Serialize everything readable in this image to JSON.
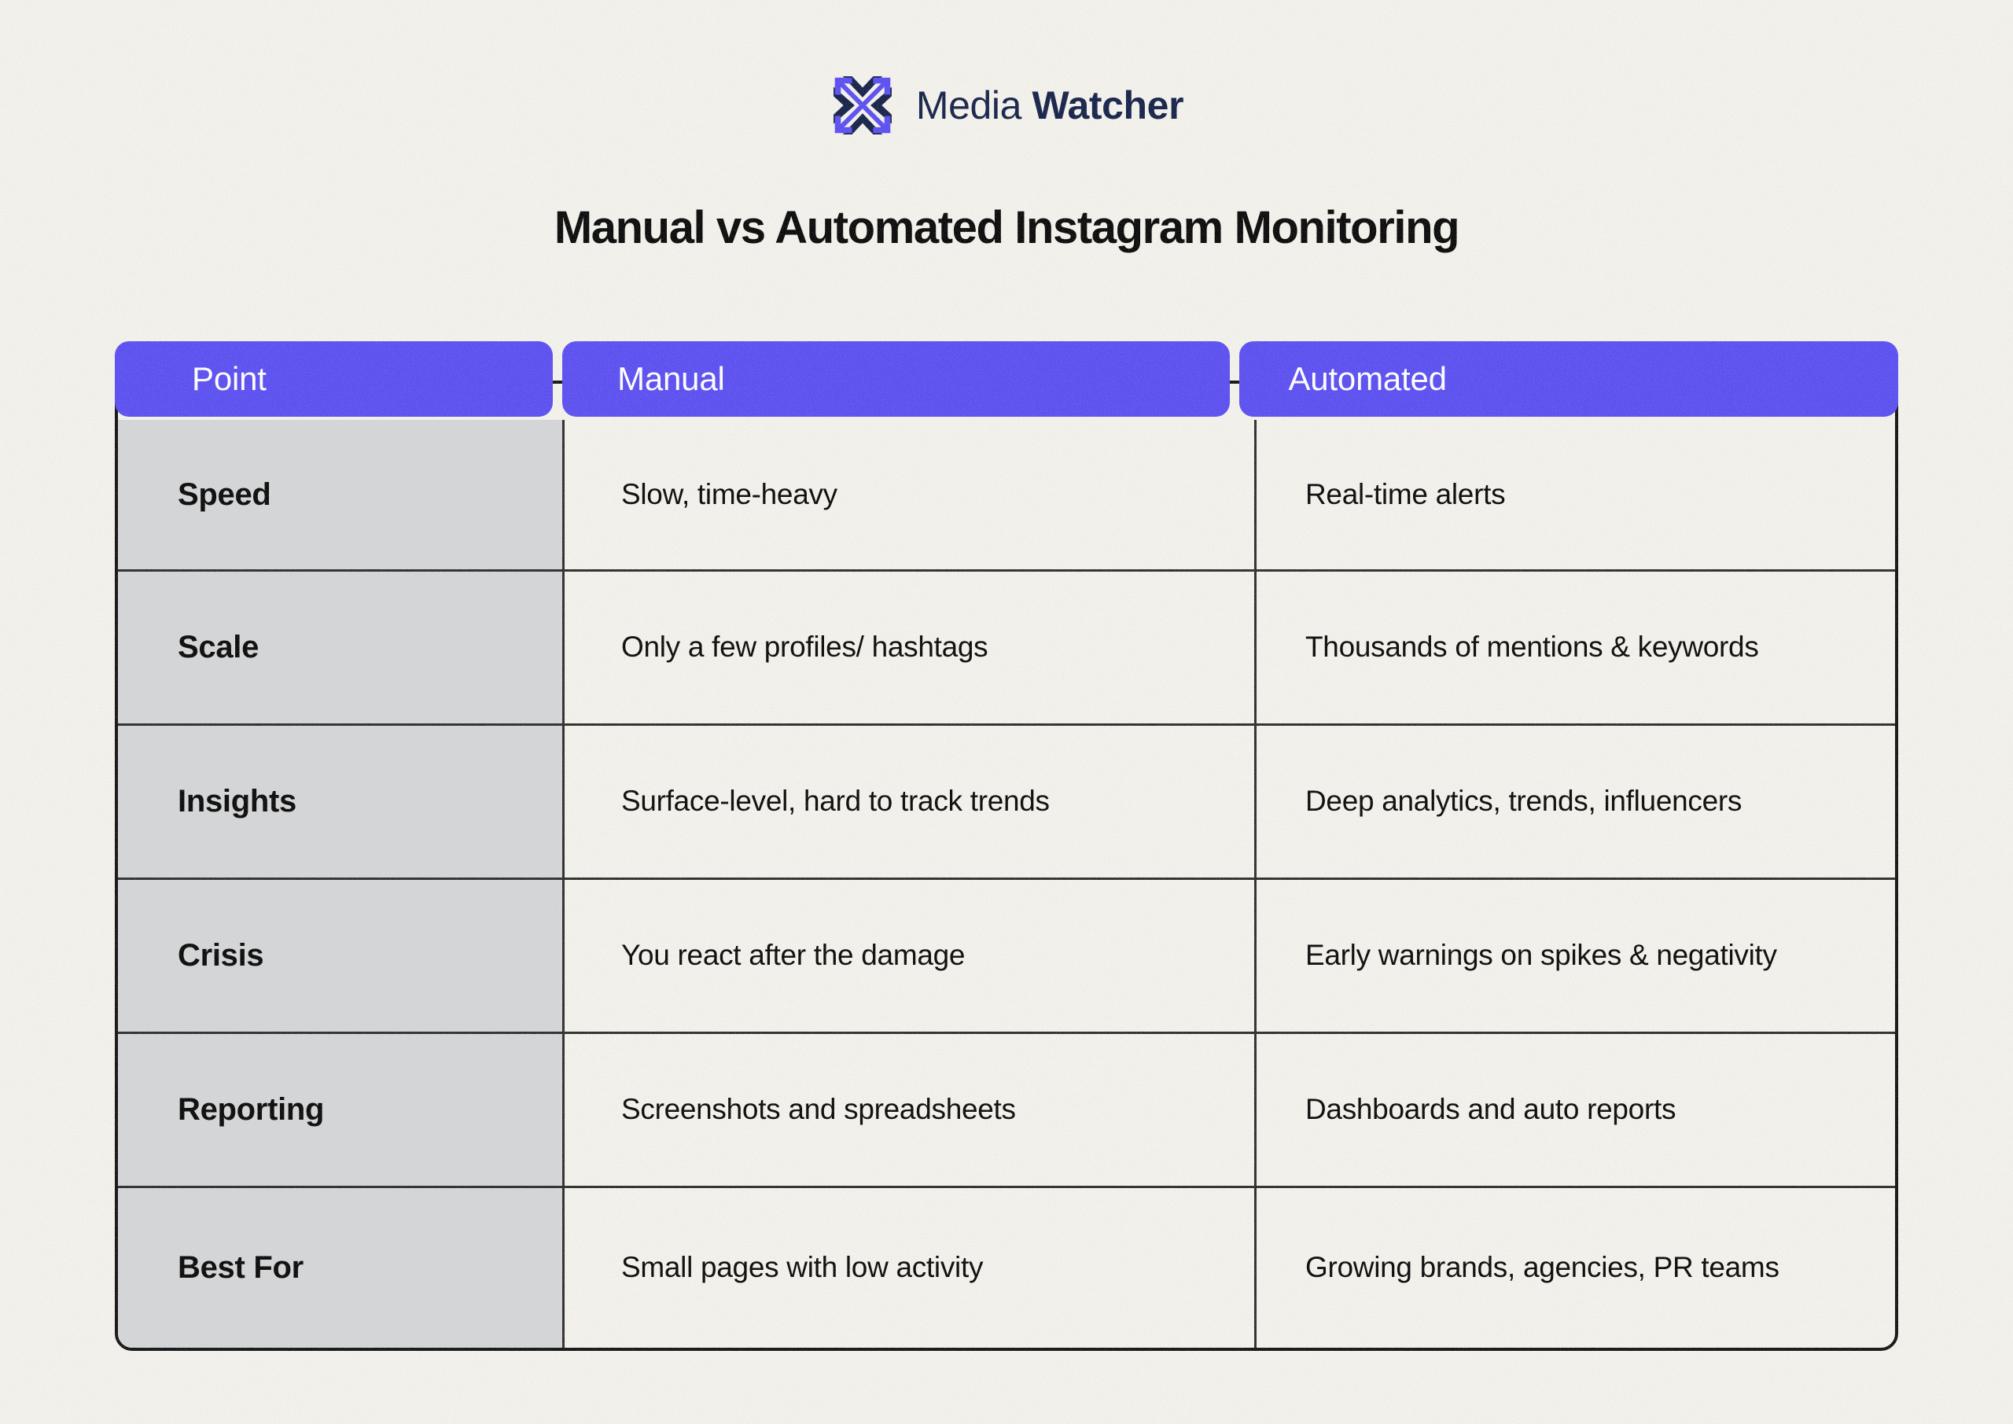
{
  "brand": {
    "logo_icon": "media-watcher-x-logo",
    "name_light": "Media",
    "name_bold": "Watcher",
    "logo_purple": "#5b4ff2",
    "logo_navy": "#16224a"
  },
  "page": {
    "title": "Manual vs Automated Instagram Monitoring",
    "background_color": "#f4f2ec"
  },
  "table": {
    "header_color": "#5b4ff2",
    "header_text_color": "#ffffff",
    "first_column_color": "#d5d6d8",
    "border_color": "#141414",
    "columns": [
      "Point",
      "Manual",
      "Automated"
    ],
    "rows": [
      {
        "point": "Speed",
        "manual": "Slow, time-heavy",
        "automated": "Real-time alerts"
      },
      {
        "point": "Scale",
        "manual": "Only a few profiles/ hashtags",
        "automated": "Thousands of mentions & keywords"
      },
      {
        "point": "Insights",
        "manual": "Surface-level, hard to track trends",
        "automated": "Deep analytics, trends, influencers"
      },
      {
        "point": "Crisis",
        "manual": "You react after the damage",
        "automated": "Early warnings on spikes & negativity"
      },
      {
        "point": "Reporting",
        "manual": "Screenshots and spreadsheets",
        "automated": "Dashboards and auto reports"
      },
      {
        "point": "Best For",
        "manual": "Small pages with low activity",
        "automated": "Growing brands, agencies, PR teams"
      }
    ]
  }
}
